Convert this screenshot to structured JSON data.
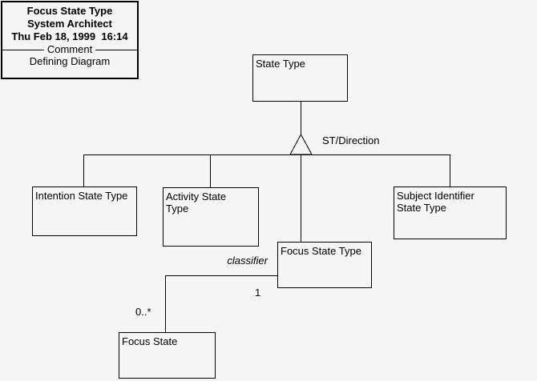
{
  "diagram": {
    "title_box": {
      "lines": [
        "Focus State Type",
        "System Architect",
        "Thu Feb 18, 1999  16:14"
      ],
      "separator_label": "Comment",
      "footer": "Defining Diagram"
    },
    "nodes": {
      "state_type": {
        "label": "State Type"
      },
      "intention_state_type": {
        "label": "Intention State Type"
      },
      "activity_state_type": {
        "label": "Activity State\nType"
      },
      "subject_identifier_state_type": {
        "label": "Subject Identifier\nState Type"
      },
      "focus_state_type": {
        "label": "Focus State Type"
      },
      "focus_state": {
        "label": "Focus State"
      }
    },
    "labels": {
      "generalization_name": "ST/Direction",
      "association_name": "classifier",
      "multiplicity_one": "1",
      "multiplicity_many": "0..*"
    },
    "colors": {
      "line": "#000000",
      "background": "#f5f5f5",
      "text": "#000000"
    }
  }
}
